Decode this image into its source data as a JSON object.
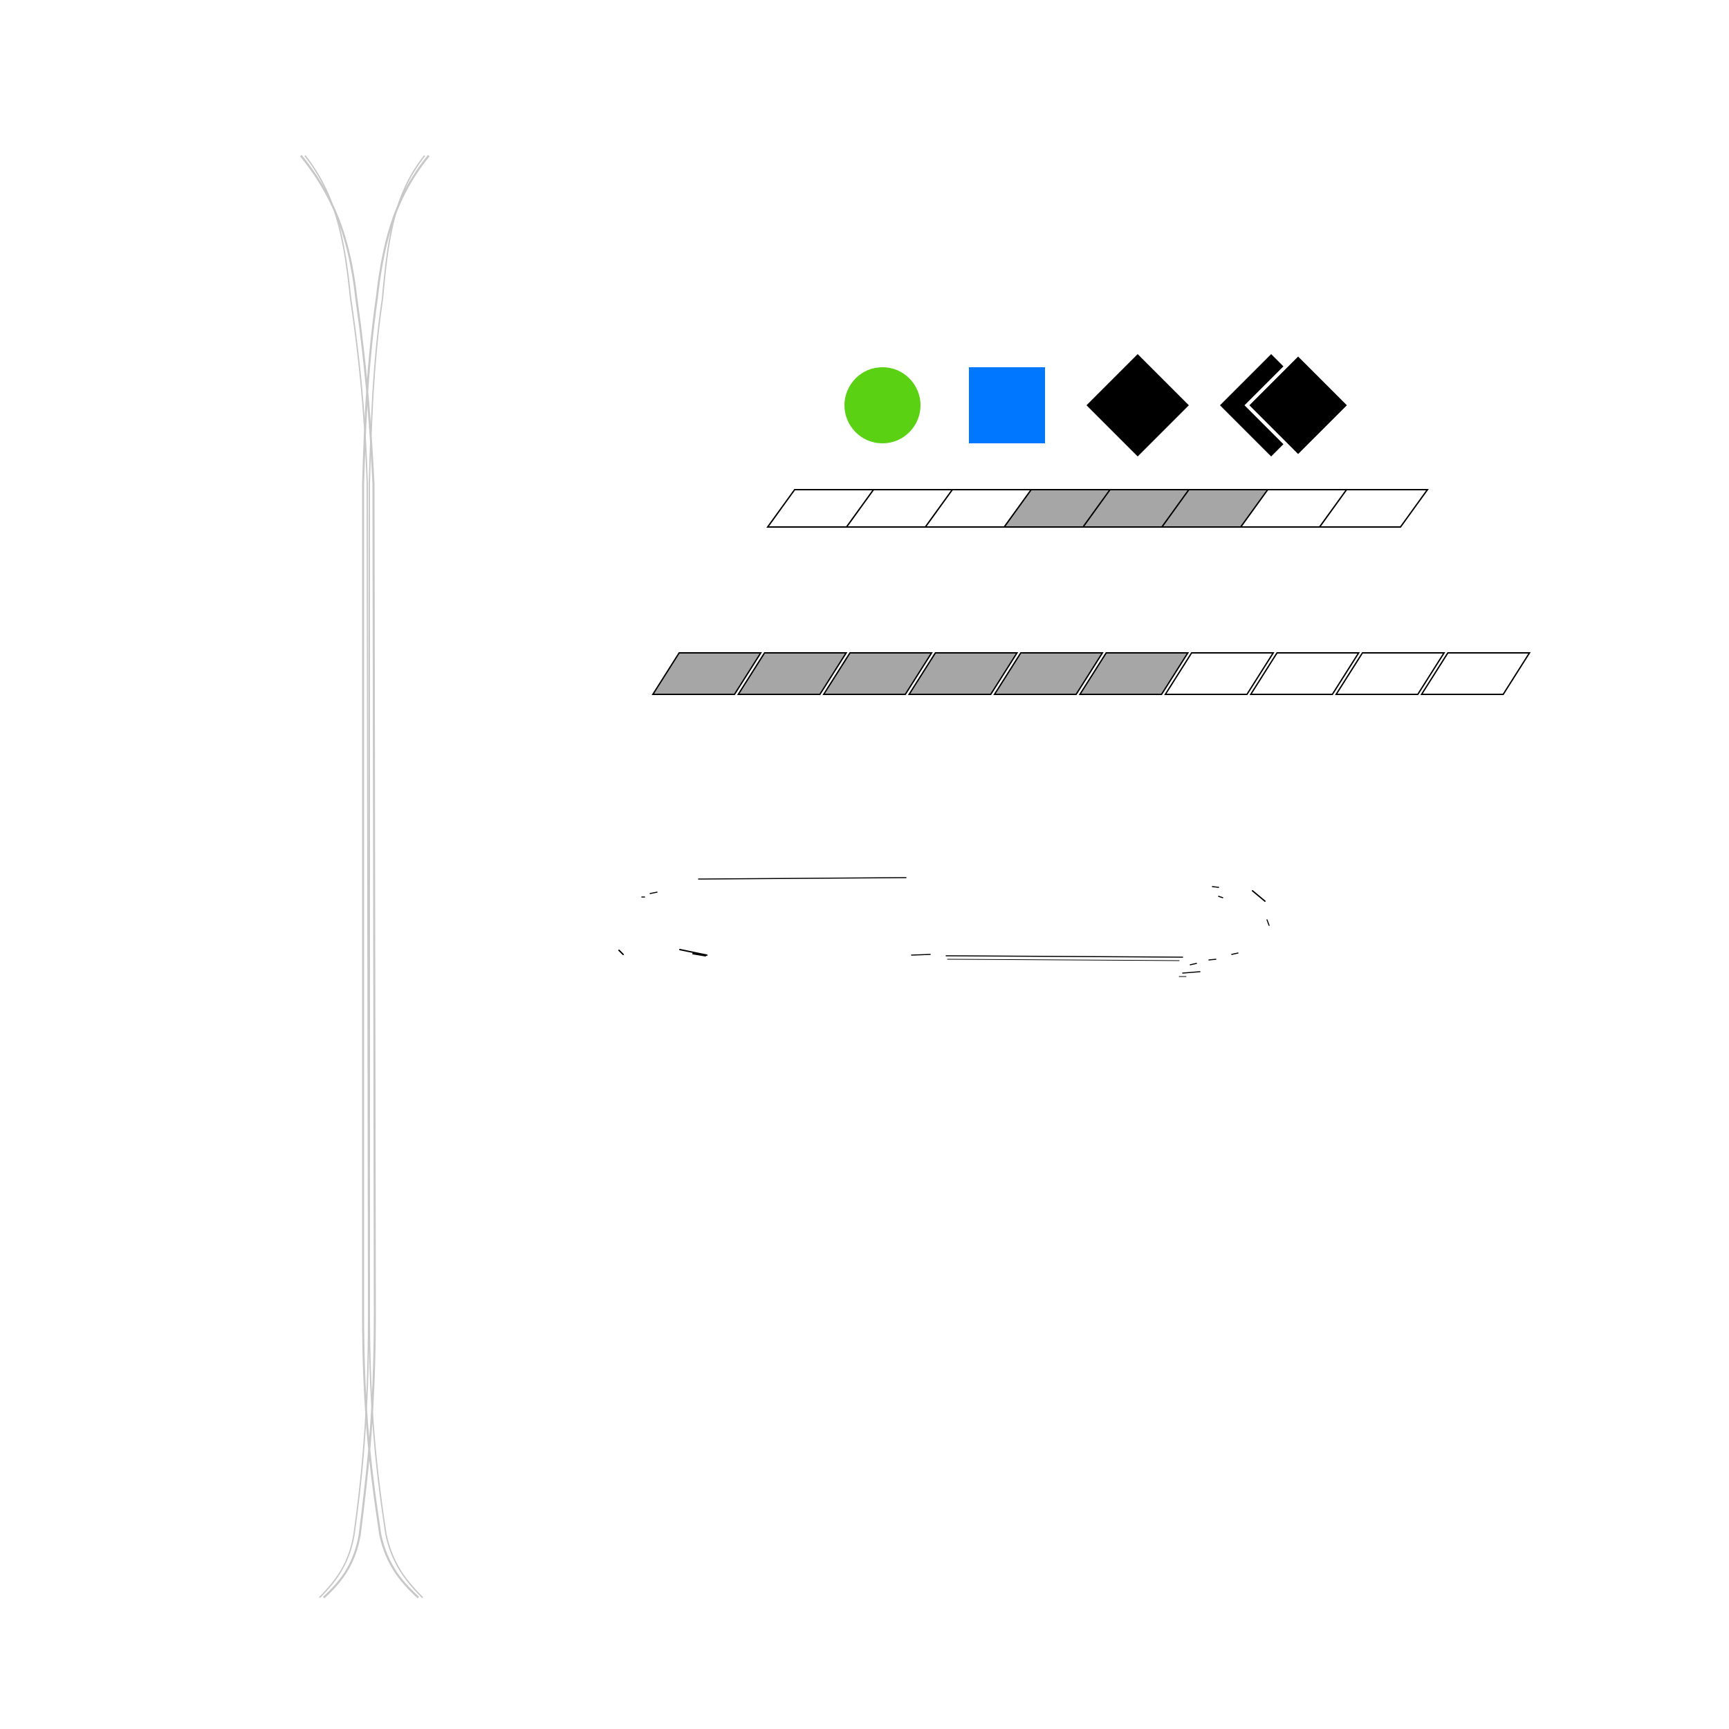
{
  "colors": {
    "background": "#ffffff",
    "ski_outline": "#c8c8c8",
    "green": "#5bd113",
    "blue": "#0077ff",
    "black": "#000000",
    "filled_cell": "#a6a6a6",
    "empty_cell": "#ffffff",
    "scribble": "#000000"
  },
  "difficulty_icons": [
    {
      "shape": "circle",
      "color": "green",
      "icon": "green-circle-icon"
    },
    {
      "shape": "square",
      "color": "blue",
      "icon": "blue-square-icon"
    },
    {
      "shape": "diamond",
      "color": "black",
      "icon": "black-diamond-icon"
    },
    {
      "shape": "double-diamond",
      "color": "black",
      "icon": "double-black-diamond-icon"
    }
  ],
  "rating_bars": [
    {
      "name": "rating-bar-1",
      "total": 8,
      "filled": [
        3,
        4,
        5
      ]
    },
    {
      "name": "rating-bar-2",
      "total": 10,
      "filled": [
        0,
        1,
        2,
        3,
        4,
        5
      ]
    }
  ]
}
